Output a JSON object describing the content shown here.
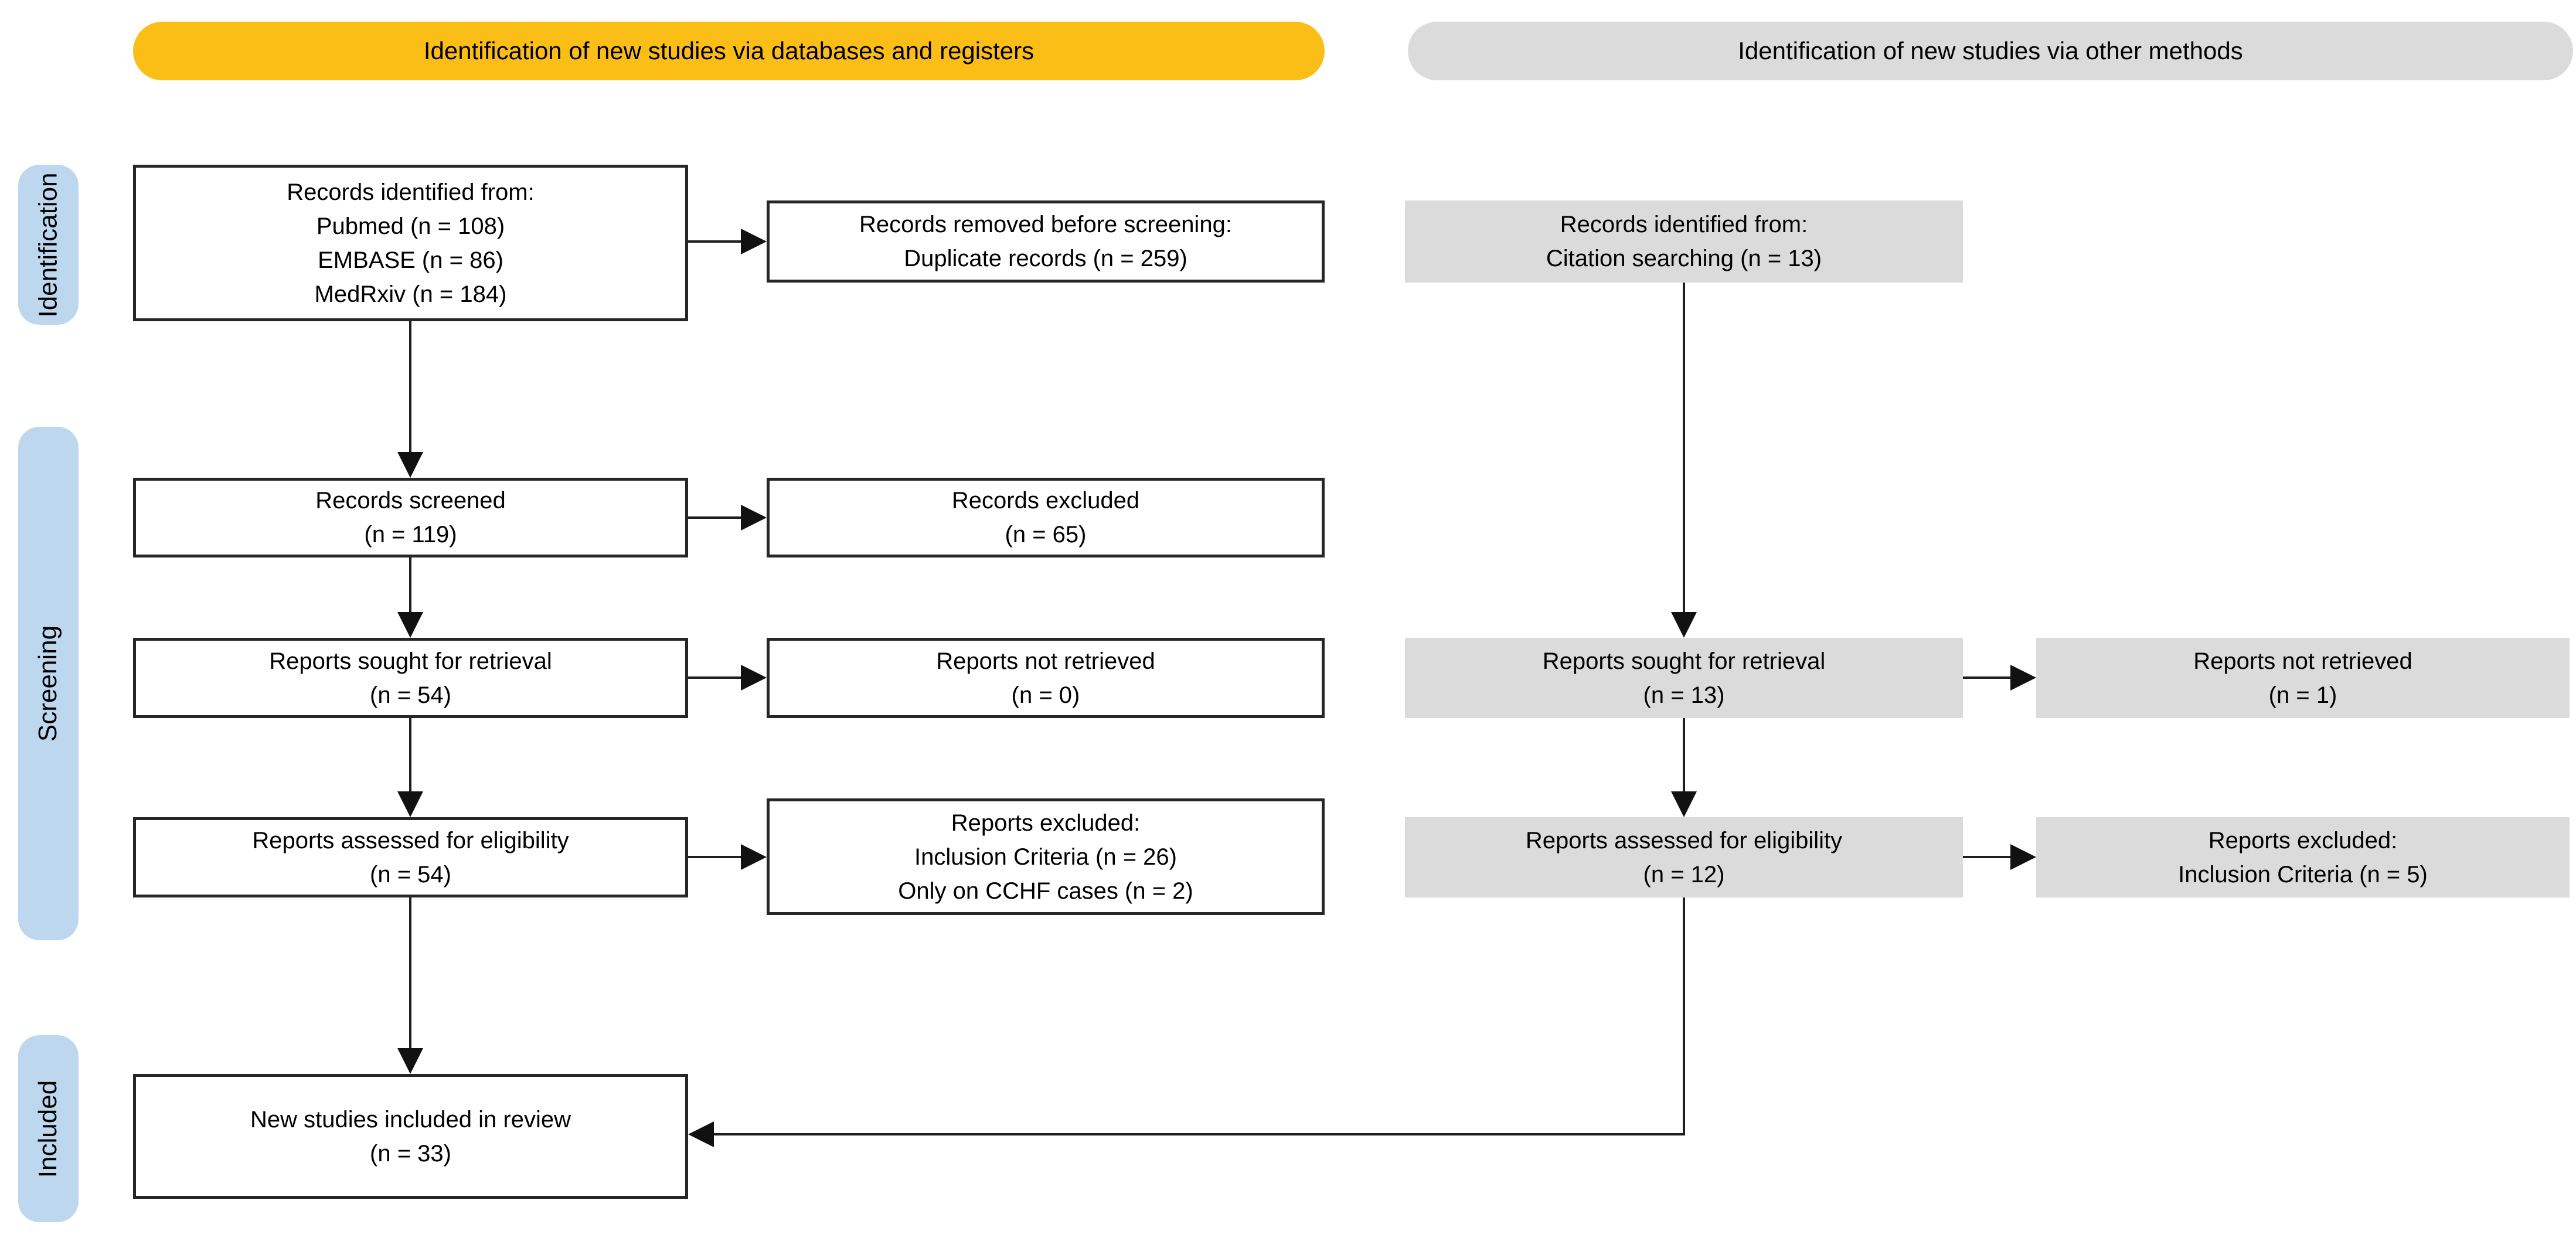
{
  "headers": {
    "databases": "Identification of new studies via databases and registers",
    "other": "Identification of new studies via other methods"
  },
  "stages": {
    "identification": "Identification",
    "screening": "Screening",
    "included": "Included"
  },
  "colors": {
    "header_databases_fill": "#FBBE17",
    "header_other_fill": "#DBDBDB",
    "stage_label_fill": "#BDD7EE",
    "gray_box_fill": "#DBDBDB",
    "white_box_border": "#262626",
    "connector_line": "#1E1E1E"
  },
  "boxes": {
    "records_identified_databases": {
      "lines": [
        "Records identified from:",
        "Pubmed (n = 108)",
        "EMBASE (n = 86)",
        "MedRxiv (n = 184)"
      ]
    },
    "records_removed_before_screening": {
      "lines": [
        "Records removed before screening:",
        "Duplicate records (n = 259)"
      ]
    },
    "records_identified_other": {
      "lines": [
        "Records identified from:",
        "Citation searching (n = 13)"
      ]
    },
    "records_screened": {
      "lines": [
        "Records screened",
        "(n = 119)"
      ]
    },
    "records_excluded": {
      "lines": [
        "Records excluded",
        "(n = 65)"
      ]
    },
    "reports_sought_databases": {
      "lines": [
        "Reports sought for retrieval",
        "(n = 54)"
      ]
    },
    "reports_not_retrieved_databases": {
      "lines": [
        "Reports not retrieved",
        "(n = 0)"
      ]
    },
    "reports_sought_other": {
      "lines": [
        "Reports sought for retrieval",
        "(n = 13)"
      ]
    },
    "reports_not_retrieved_other": {
      "lines": [
        "Reports not retrieved",
        "(n = 1)"
      ]
    },
    "reports_assessed_databases": {
      "lines": [
        "Reports assessed for eligibility",
        "(n = 54)"
      ]
    },
    "reports_excluded_databases": {
      "lines": [
        "Reports excluded:",
        "Inclusion Criteria (n = 26)",
        "Only on CCHF cases (n = 2)"
      ]
    },
    "reports_assessed_other": {
      "lines": [
        "Reports assessed for eligibility",
        "(n = 12)"
      ]
    },
    "reports_excluded_other": {
      "lines": [
        "Reports excluded:",
        "Inclusion Criteria (n = 5)"
      ]
    },
    "new_studies_included": {
      "lines": [
        "New studies included in review",
        "(n = 33)"
      ]
    }
  }
}
